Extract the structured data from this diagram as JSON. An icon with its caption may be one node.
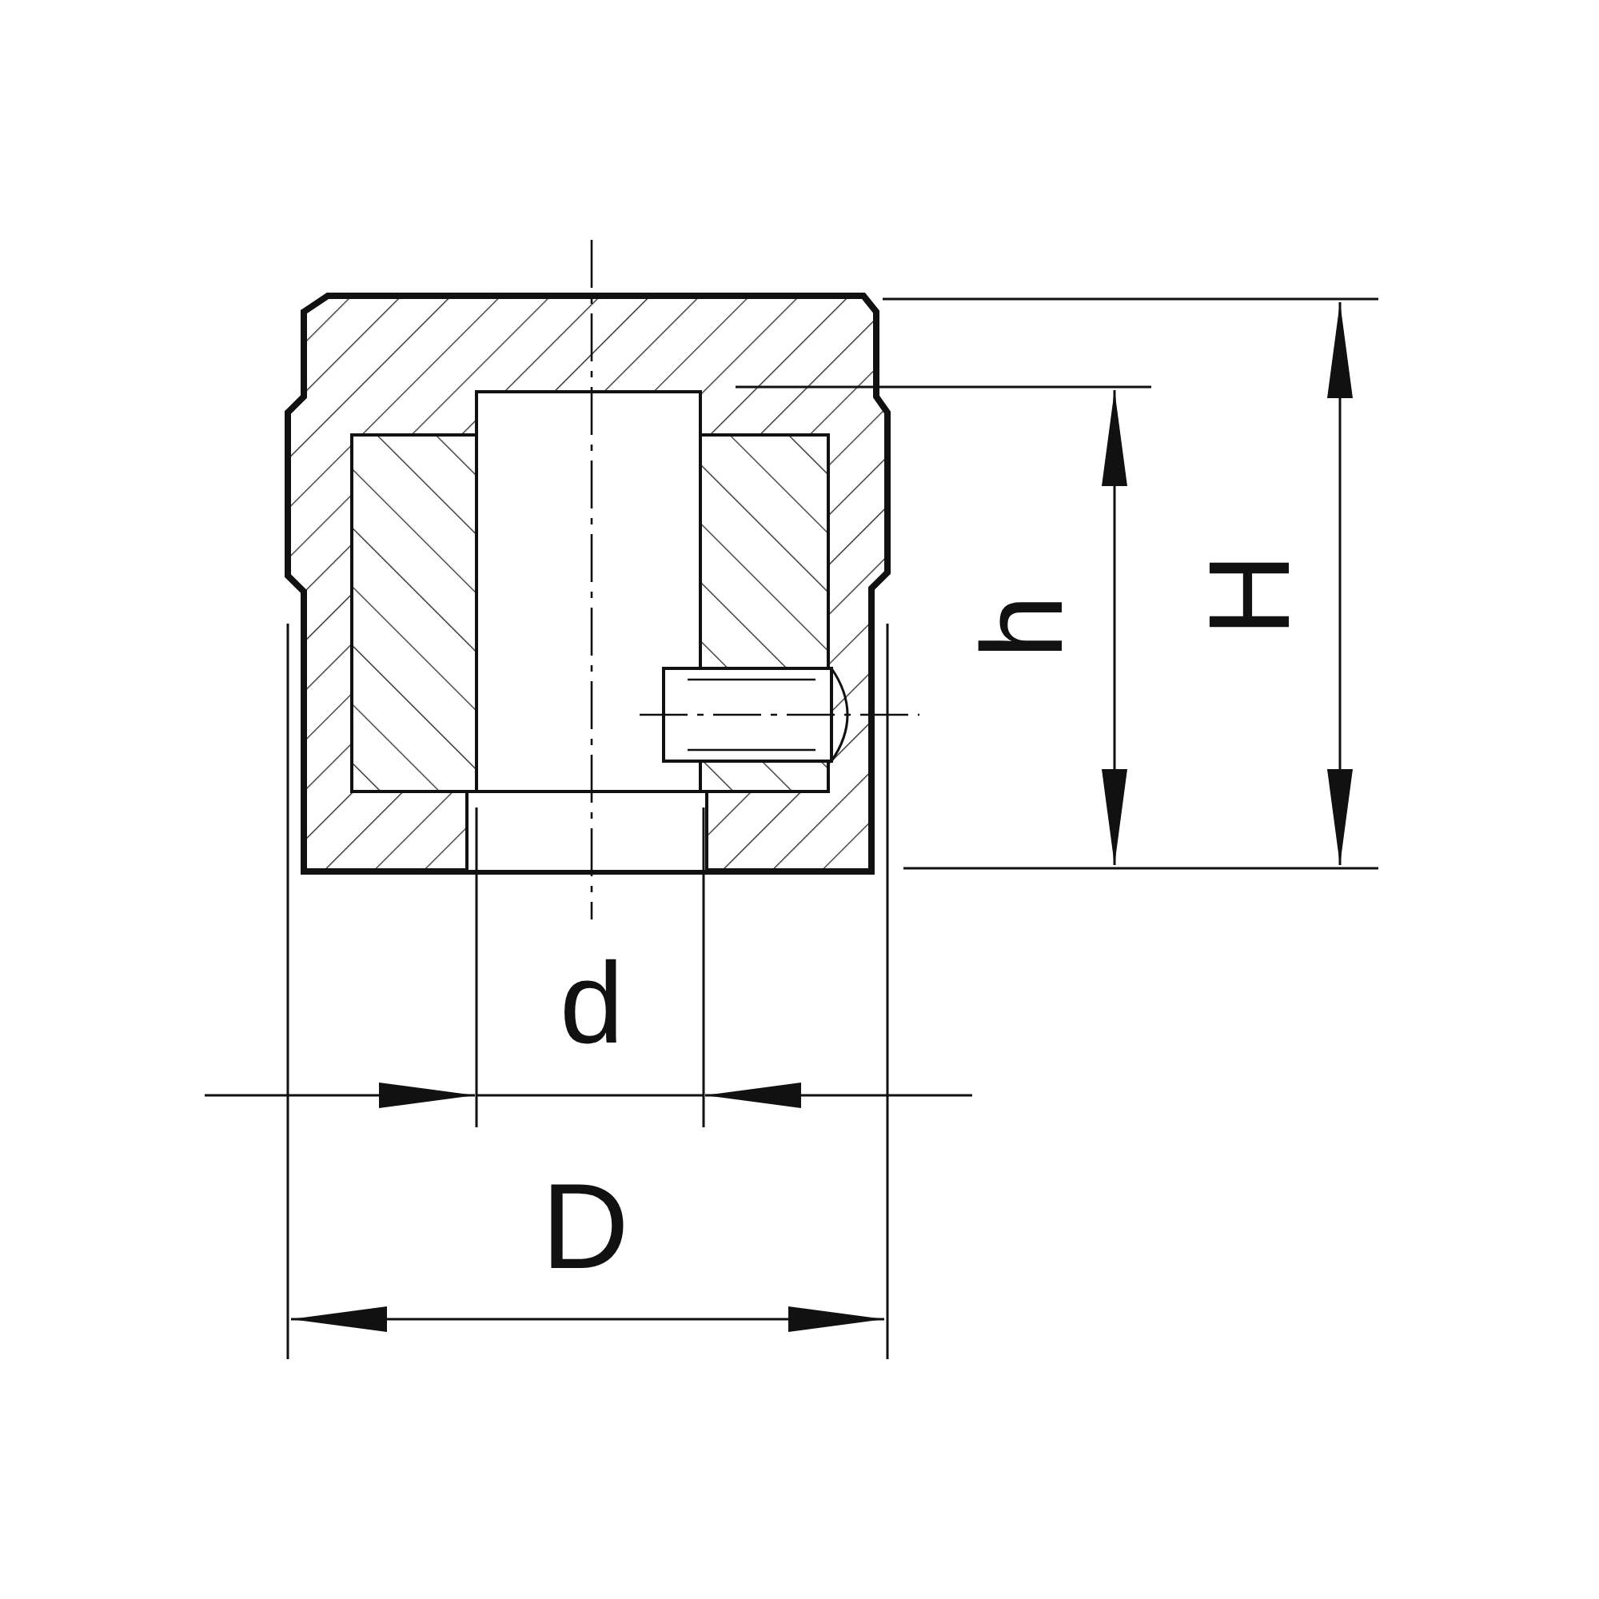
{
  "diagram": {
    "labels": [
      "h",
      "H",
      "d",
      "D"
    ]
  }
}
